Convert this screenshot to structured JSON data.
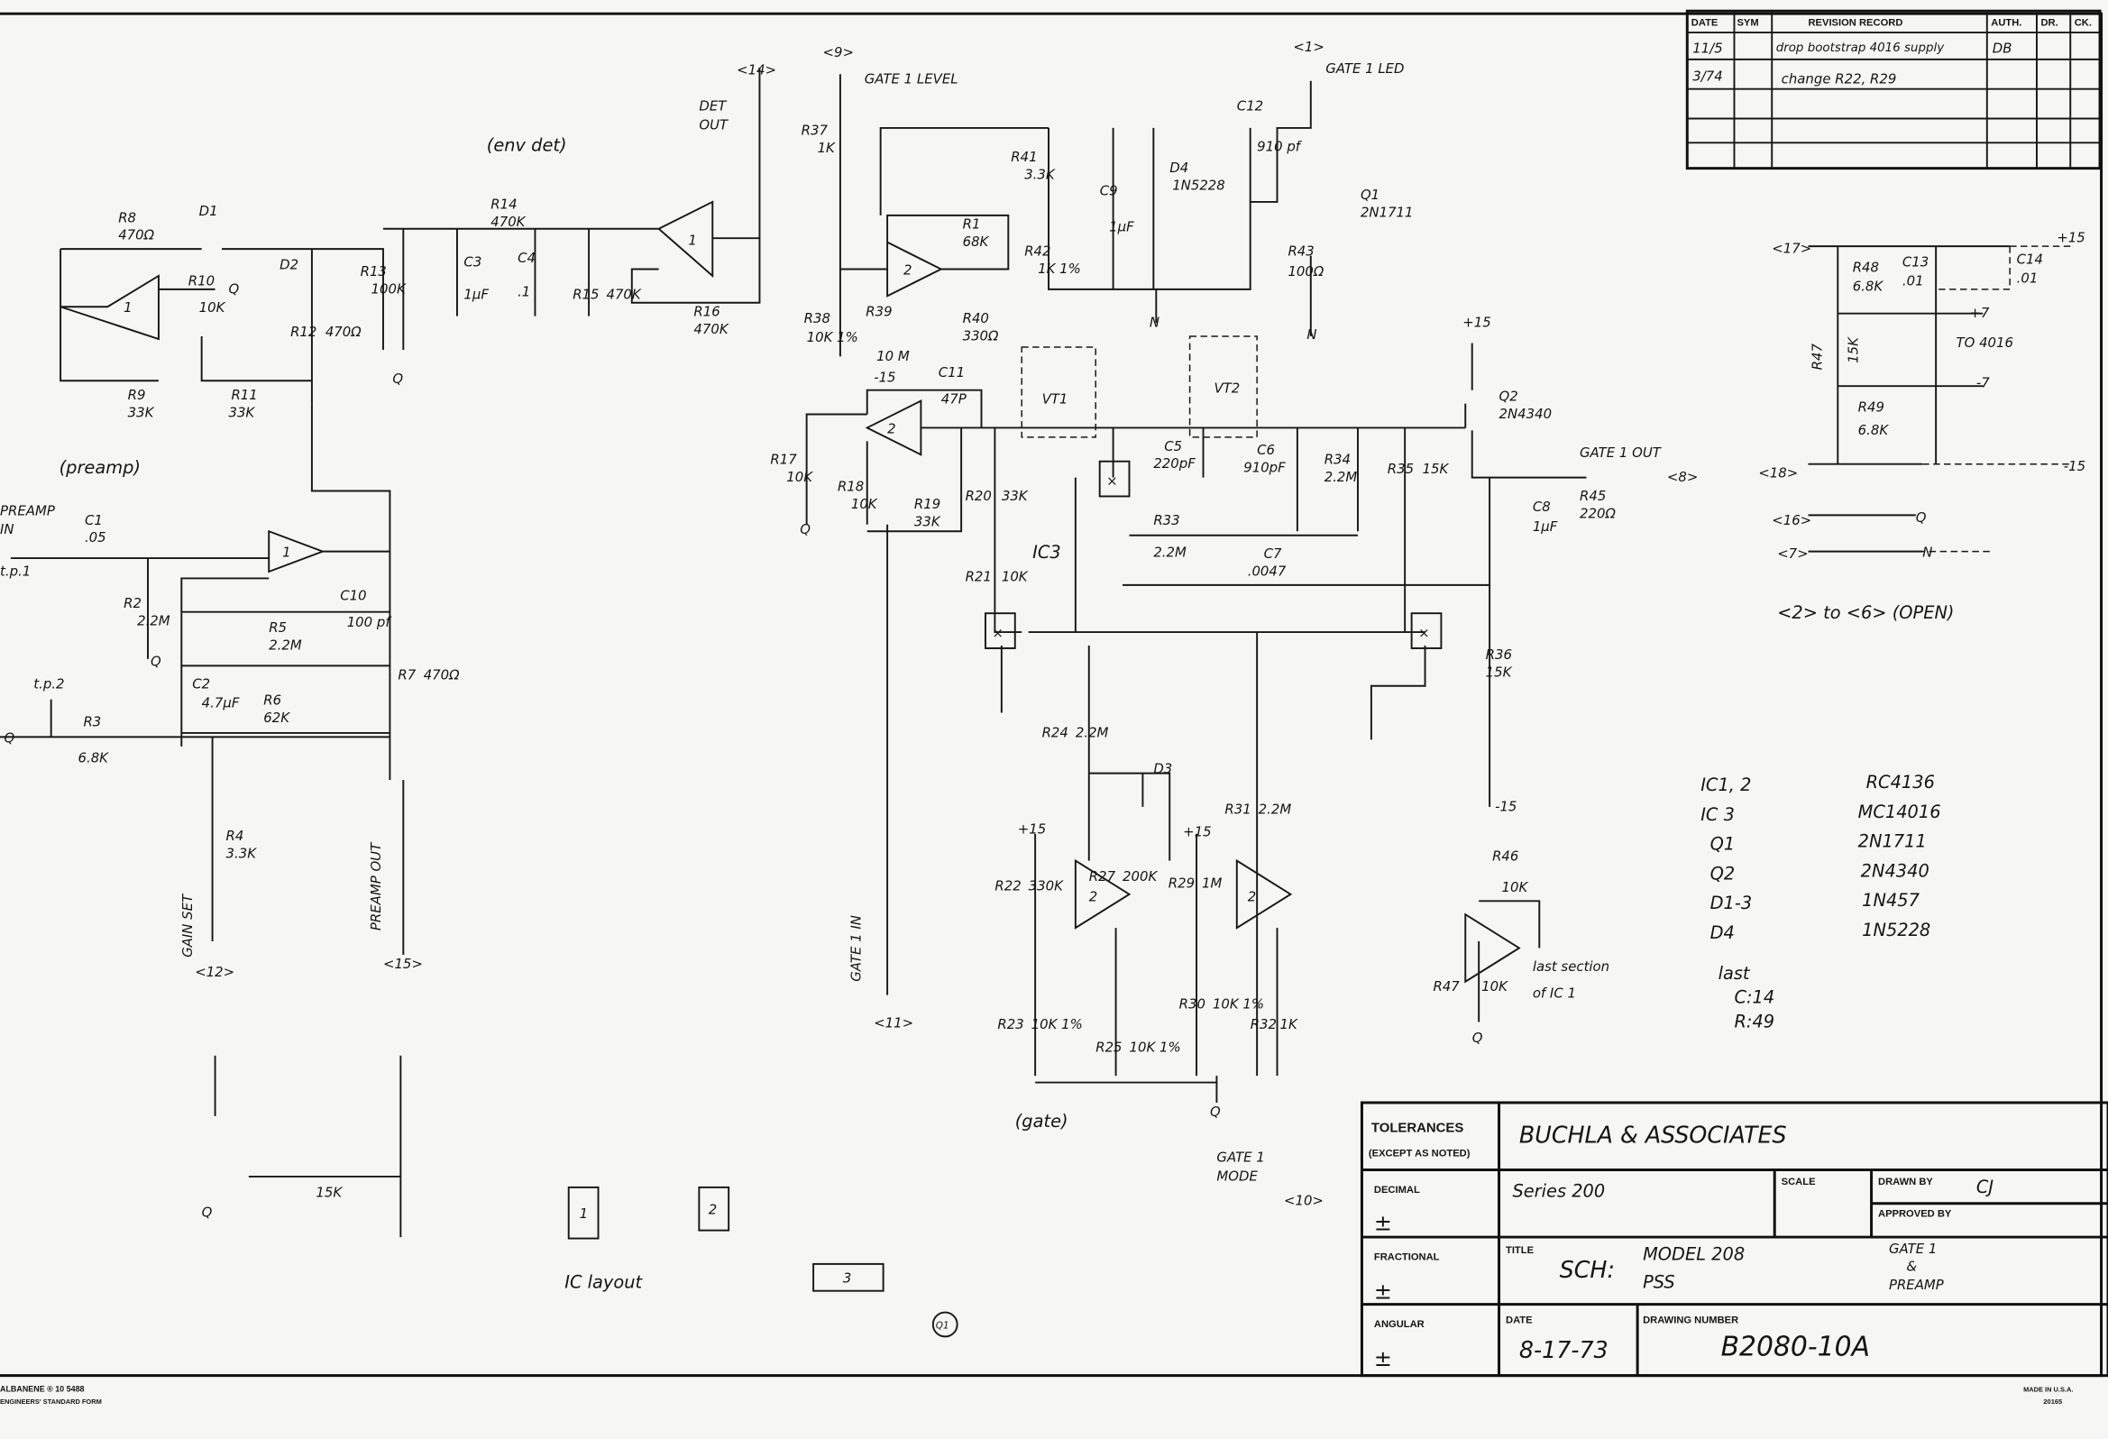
{
  "sections": {
    "env_det": "(env det)",
    "preamp": "(preamp)",
    "gate": "(gate)"
  },
  "io": {
    "gate1_level": "GATE 1 LEVEL",
    "gate1_level_pin": "<9>",
    "gate1_led": "GATE 1 LED",
    "gate1_led_pin": "<1>",
    "det_out": "DET",
    "det_out2": "OUT",
    "det_out_pin": "<14>",
    "gate1_out": "GATE 1 OUT",
    "gate1_out_pin": "<8>",
    "preamp_in": "PREAMP",
    "preamp_in2": "IN",
    "tp1": "t.p.1",
    "tp2": "t.p.2",
    "gain_set": "GAIN SET",
    "gain_set_pin": "<12>",
    "preamp_out": "PREAMP OUT",
    "preamp_out_pin": "<15>",
    "gate1_in": "GATE 1 IN",
    "gate1_in_pin": "<11>",
    "gate1_mode": "GATE 1",
    "gate1_mode2": "MODE",
    "gate1_mode_pin": "<10>"
  },
  "components": [
    {
      "ref": "R8",
      "val": "470Ω"
    },
    {
      "ref": "D1",
      "val": ""
    },
    {
      "ref": "D2",
      "val": ""
    },
    {
      "ref": "R10",
      "val": "10K"
    },
    {
      "ref": "R9",
      "val": "33K"
    },
    {
      "ref": "R11",
      "val": "33K"
    },
    {
      "ref": "R12",
      "val": "470Ω"
    },
    {
      "ref": "R13",
      "val": "100K"
    },
    {
      "ref": "R14",
      "val": "470K"
    },
    {
      "ref": "C3",
      "val": "1µF"
    },
    {
      "ref": "C4",
      "val": ".1"
    },
    {
      "ref": "R15",
      "val": "470K"
    },
    {
      "ref": "R16",
      "val": "470K"
    },
    {
      "ref": "C1",
      "val": ".05"
    },
    {
      "ref": "R2",
      "val": "2.2M"
    },
    {
      "ref": "C10",
      "val": "100 pf"
    },
    {
      "ref": "R5",
      "val": "2.2M"
    },
    {
      "ref": "C2",
      "val": "4.7µF"
    },
    {
      "ref": "R6",
      "val": "62K"
    },
    {
      "ref": "R3",
      "val": "6.8K"
    },
    {
      "ref": "R7",
      "val": "470Ω"
    },
    {
      "ref": "R4",
      "val": "3.3K"
    },
    {
      "ref": "R37",
      "val": "1K"
    },
    {
      "ref": "R41",
      "val": "3.3K"
    },
    {
      "ref": "C9",
      "val": "1µF"
    },
    {
      "ref": "D4",
      "val": "1N5228"
    },
    {
      "ref": "C12",
      "val": "910 pf"
    },
    {
      "ref": "Q1",
      "val": "2N1711"
    },
    {
      "ref": "R1",
      "val": "68K"
    },
    {
      "ref": "R42",
      "val": "1K 1%"
    },
    {
      "ref": "R43",
      "val": "100Ω"
    },
    {
      "ref": "R38",
      "val": "10K 1%"
    },
    {
      "ref": "R39",
      "val": "10 M"
    },
    {
      "ref": "R40",
      "val": "330Ω"
    },
    {
      "ref": "C11",
      "val": "47P"
    },
    {
      "ref": "VT1",
      "val": ""
    },
    {
      "ref": "VT2",
      "val": ""
    },
    {
      "ref": "Q2",
      "val": "2N4340"
    },
    {
      "ref": "R17",
      "val": "10K"
    },
    {
      "ref": "R18",
      "val": "10K"
    },
    {
      "ref": "R19",
      "val": "33K"
    },
    {
      "ref": "R20",
      "val": "33K"
    },
    {
      "ref": "C5",
      "val": "220pF"
    },
    {
      "ref": "C6",
      "val": "910pF"
    },
    {
      "ref": "R34",
      "val": "2.2M"
    },
    {
      "ref": "R35",
      "val": "15K"
    },
    {
      "ref": "C8",
      "val": "1µF"
    },
    {
      "ref": "R45",
      "val": "220Ω"
    },
    {
      "ref": "R33",
      "val": "2.2M"
    },
    {
      "ref": "C7",
      "val": ".0047"
    },
    {
      "ref": "R21",
      "val": "10K"
    },
    {
      "ref": "IC3",
      "val": ""
    },
    {
      "ref": "R36",
      "val": "15K"
    },
    {
      "ref": "R24",
      "val": "2.2M"
    },
    {
      "ref": "D3",
      "val": ""
    },
    {
      "ref": "R46",
      "val": "10K"
    },
    {
      "ref": "R47",
      "val": "10K"
    },
    {
      "ref": "R22",
      "val": "330K"
    },
    {
      "ref": "R27",
      "val": "200K"
    },
    {
      "ref": "R29",
      "val": "1M"
    },
    {
      "ref": "R31",
      "val": "2.2M"
    },
    {
      "ref": "R23",
      "val": "10K 1%"
    },
    {
      "ref": "R25",
      "val": "10K 1%"
    },
    {
      "ref": "R30",
      "val": "10K 1%"
    },
    {
      "ref": "R32",
      "val": "1K"
    },
    {
      "ref": "",
      "val": "15K"
    }
  ],
  "nets": {
    "q": "Q",
    "n": "N",
    "p15": "+15",
    "m15": "-15",
    "p7": "+7",
    "m7": "-7",
    "to4016": "TO 4016",
    "open": "<2> to <6> (OPEN)",
    "pin17": "<17>",
    "pin18": "<18>",
    "pin16": "<16>",
    "pin7": "<7>",
    "r48": "R48",
    "r48v": "6.8K",
    "r47": "R47",
    "r47v": "15K",
    "r49": "R49",
    "r49v": "6.8K",
    "c13": "C13",
    "c13v": ".01",
    "c14": "C14",
    "c14v": ".01",
    "p15r": "+15",
    "m15r": "-15"
  },
  "opamps": [
    "1",
    "1",
    "1",
    "2",
    "2",
    "2",
    "2"
  ],
  "last_section": "last section",
  "last_section2": "of IC 1",
  "ic_layout": {
    "label": "IC layout",
    "boxes": [
      "1",
      "2",
      "3"
    ]
  },
  "q1_mark": "Q1",
  "parts_list": [
    {
      "ref": "IC1, 2",
      "part": "RC4136"
    },
    {
      "ref": "IC 3",
      "part": "MC14016"
    },
    {
      "ref": "Q1",
      "part": "2N1711"
    },
    {
      "ref": "Q2",
      "part": "2N4340"
    },
    {
      "ref": "D1-3",
      "part": "1N457"
    },
    {
      "ref": "D4",
      "part": "1N5228"
    }
  ],
  "last": {
    "label": "last",
    "c": "C:14",
    "r": "R:49"
  },
  "revision": {
    "headers": [
      "DATE",
      "SYM",
      "REVISION RECORD",
      "AUTH.",
      "DR.",
      "CK."
    ],
    "rows": [
      {
        "date": "11/5",
        "sym": "",
        "desc": "drop bootstrap 4016 supply",
        "auth": "DB"
      },
      {
        "date": "3/74",
        "sym": "",
        "desc": "change R22, R29",
        "auth": ""
      }
    ]
  },
  "title_block": {
    "tolerances": "TOLERANCES",
    "except": "(EXCEPT AS NOTED)",
    "company": "BUCHLA & ASSOCIATES",
    "decimal": "DECIMAL",
    "fractional": "FRACTIONAL",
    "angular": "ANGULAR",
    "pm": "±",
    "series": "Series 200",
    "scale": "SCALE",
    "drawn_by": "DRAWN BY",
    "drawn_by_val": "CJ",
    "approved_by": "APPROVED BY",
    "title": "TITLE",
    "sch": "SCH:",
    "model": "MODEL 208",
    "pss": "PSS",
    "sub1": "GATE 1",
    "sub2": "&",
    "sub3": "PREAMP",
    "date": "DATE",
    "date_val": "8-17-73",
    "drawing_number": "DRAWING NUMBER",
    "drawing_number_val": "B2080-10A"
  },
  "footer": {
    "left1": "ALBANENE ® 10 5488",
    "left2": "ENGINEERS' STANDARD FORM",
    "right1": "MADE IN U.S.A.",
    "right2": "20165"
  }
}
